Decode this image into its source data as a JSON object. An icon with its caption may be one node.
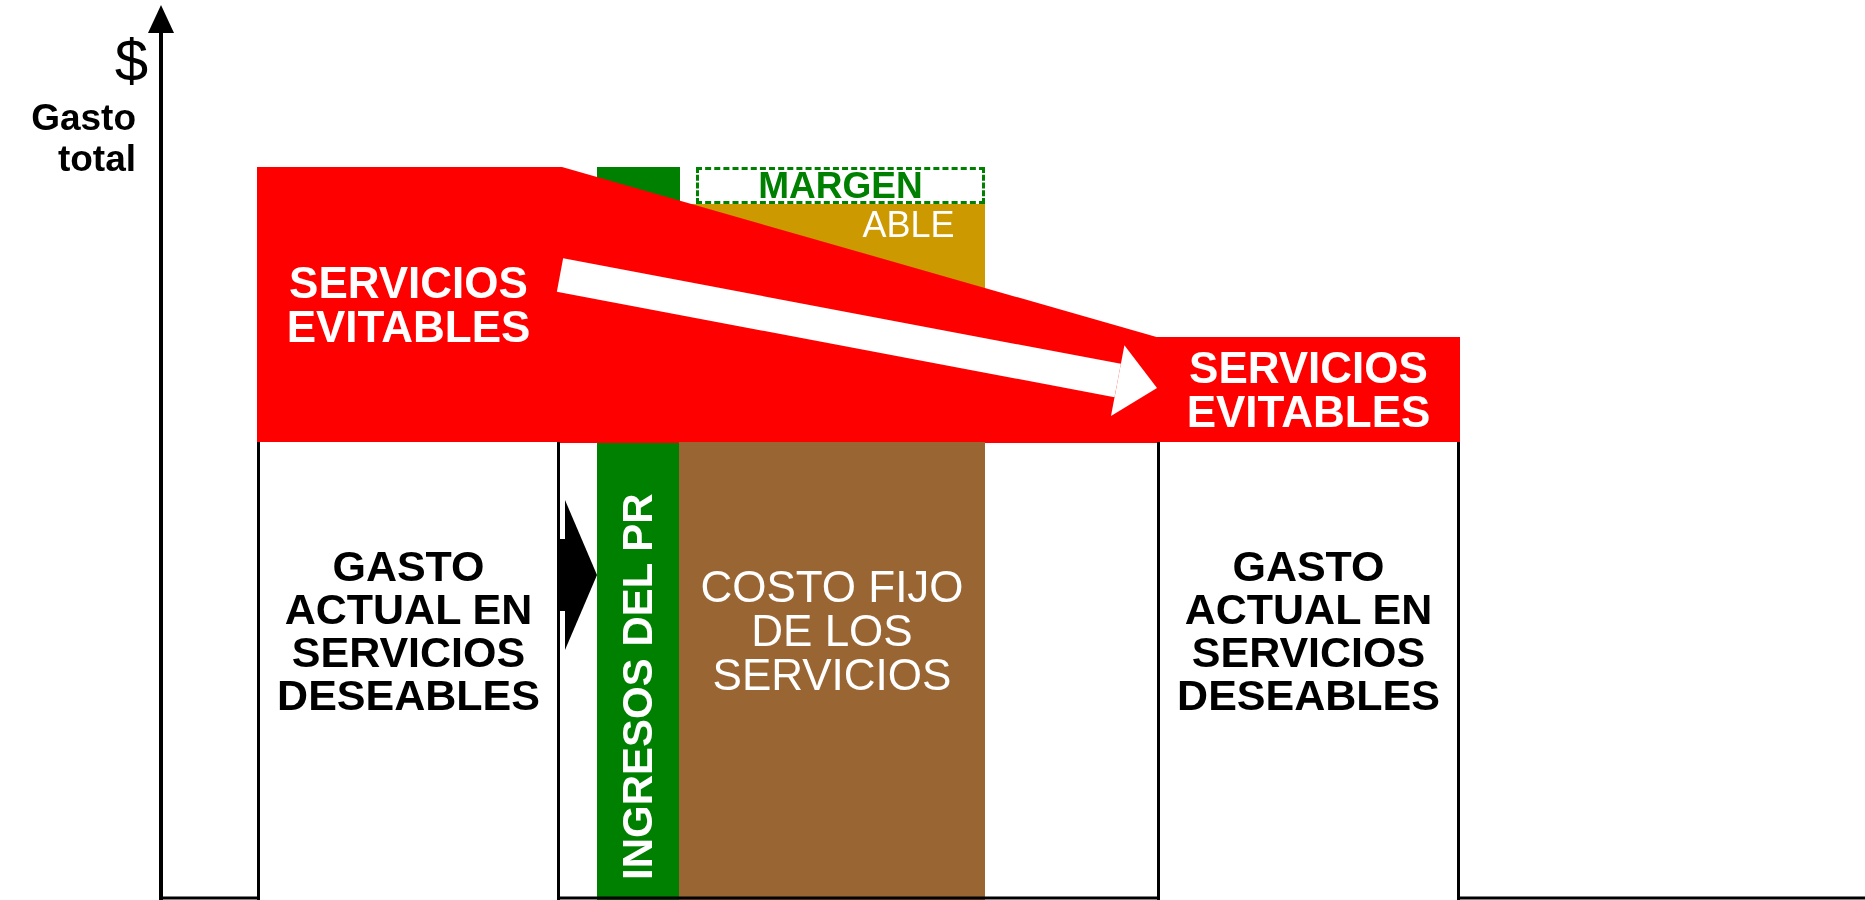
{
  "diagram": {
    "nodes": [
      {
        "text": [
          "SERVICIOS EVITABLES"
        ]
      },
      {
        "text": [
          "GASTO ACTUAL EN SERVICIOS DESEABLES"
        ]
      },
      {
        "text": [
          "INGRESOS DEL PR"
        ]
      },
      {
        "text": [
          "MARGEN"
        ]
      },
      {
        "text": [
          "ABLE"
        ]
      },
      {
        "text": [
          "COSTO FIJO DE LOS SERVICIOS"
        ]
      },
      {
        "text": [
          "SERVICIOS EVITABLES"
        ]
      },
      {
        "text": [
          "GASTO ACTUAL EN SERVICIOS DESEABLES"
        ]
      }
    ],
    "edges": [
      {
        "from": 1,
        "to": 2,
        "arrow": "to",
        "style": "thick"
      },
      {
        "from": 0,
        "to": 6,
        "arrow": "to",
        "color": "#ffffff"
      }
    ],
    "labels": [
      "$",
      "Gasto total"
    ]
  }
}
